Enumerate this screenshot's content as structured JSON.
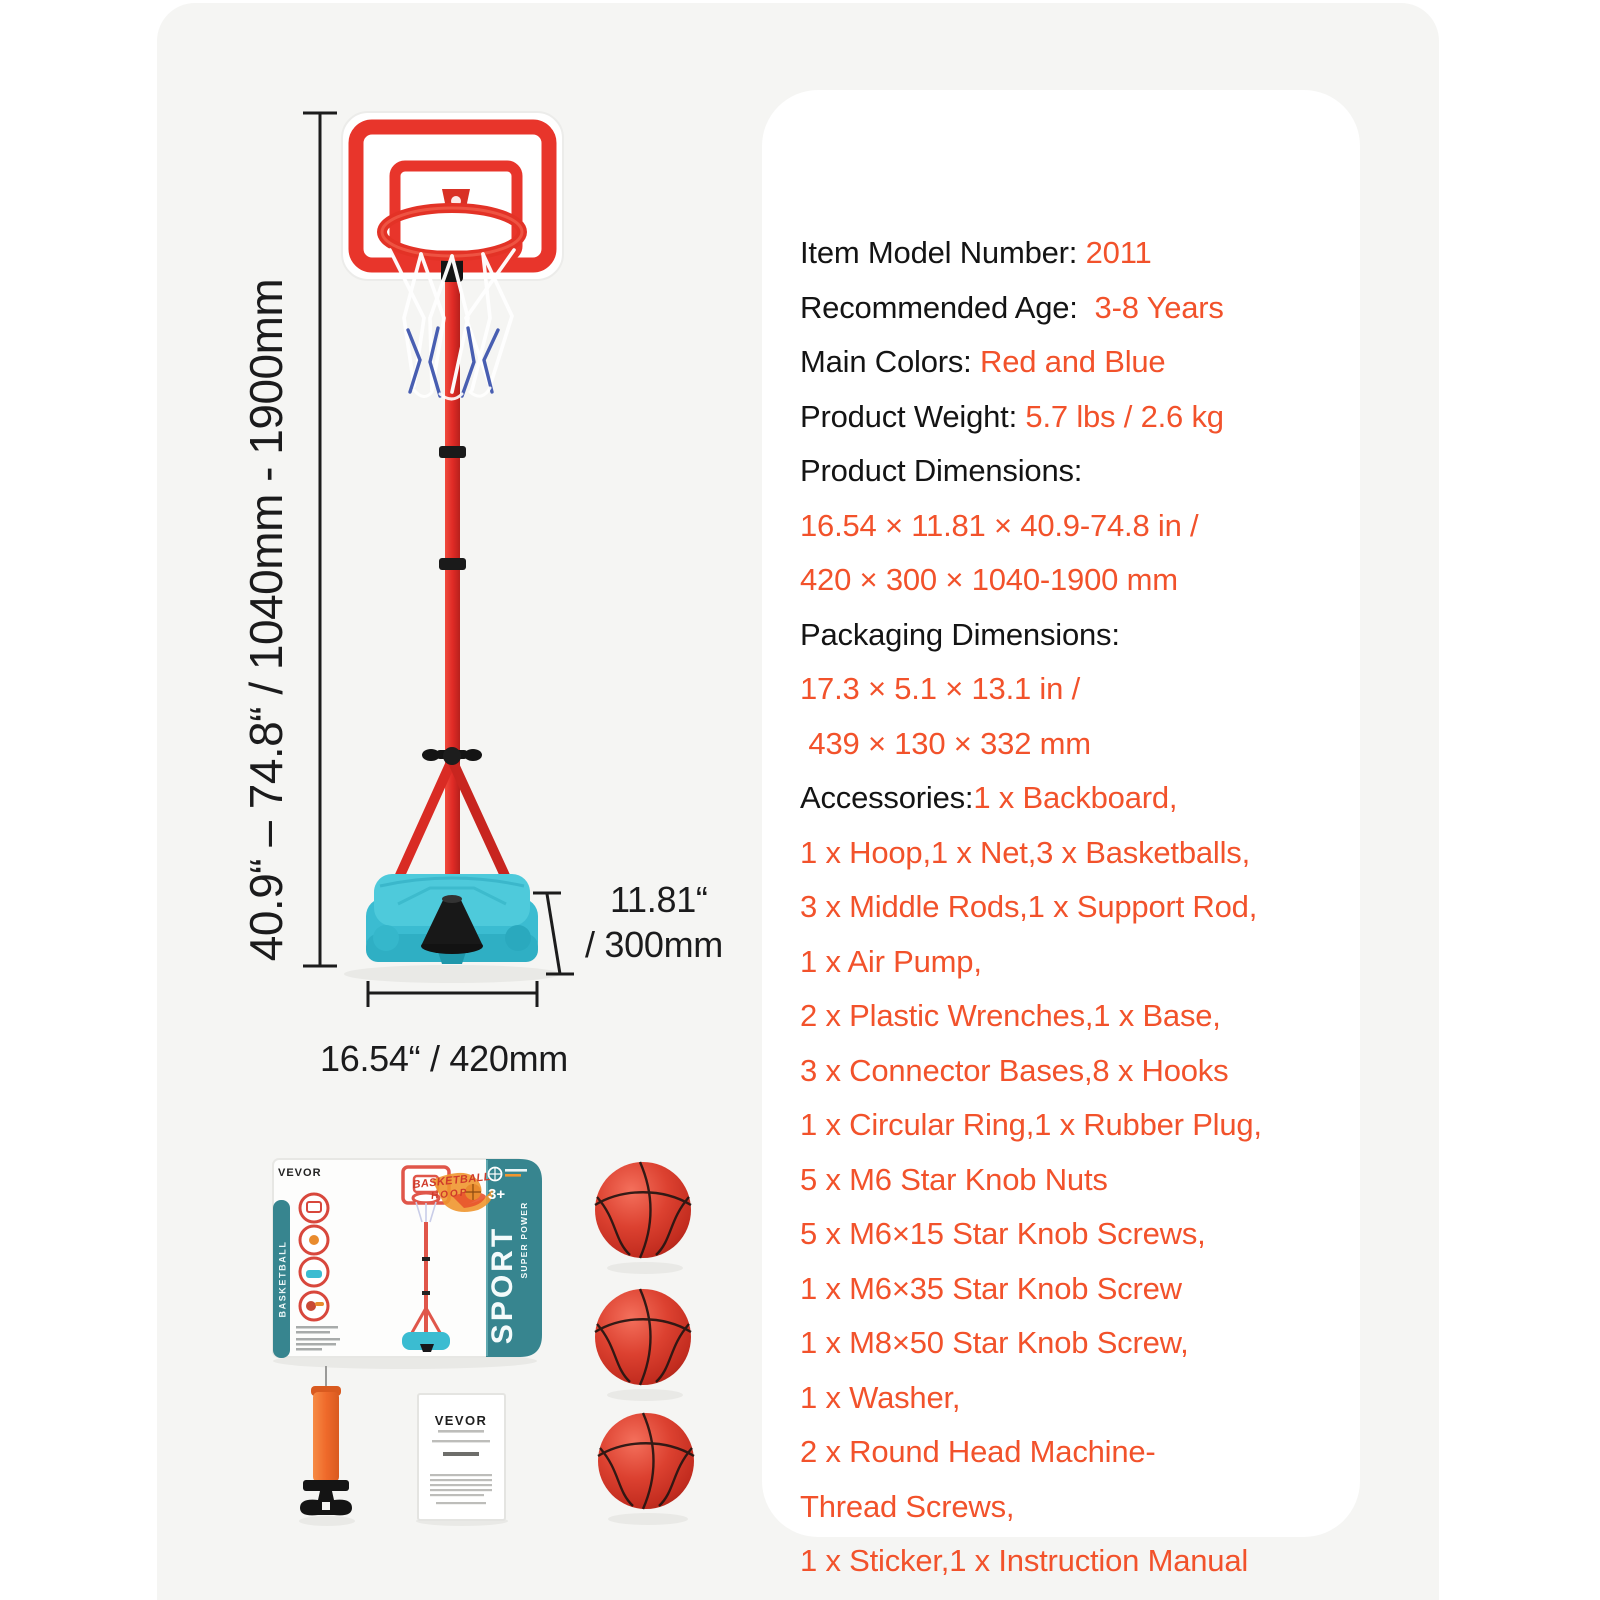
{
  "colors": {
    "accent_orange": "#F2522B",
    "panel_gray": "#F5F5F3",
    "card_white": "#FFFFFF",
    "text_black": "#141414",
    "stand_red": "#E8352B",
    "base_teal": "#3FC0D4",
    "box_teal": "#37858F",
    "ball_red": "#D63828",
    "pump_orange": "#F06A2D",
    "net_blue": "#3F56AE"
  },
  "diagram": {
    "height_label": "40.9“ – 74.8“ / 1040mm - 1900mm",
    "depth_label_line1": "11.81“",
    "depth_label_line2": "/ 300mm",
    "width_label": "16.54“ / 420mm"
  },
  "box": {
    "brand": "VEVOR",
    "side_vertical_text": "BASKETBALL",
    "logo_line1": "BASKETBALL",
    "logo_line2": "HOOP",
    "age_badge": "3+",
    "panel_word": "SPORT",
    "panel_subword": "SUPER POWER"
  },
  "manual": {
    "brand": "VEVOR"
  },
  "specs": {
    "lines": [
      {
        "label": "Item Model Number: ",
        "value": "2011"
      },
      {
        "label": "Recommended Age:  ",
        "value": "3-8 Years"
      },
      {
        "label": "Main Colors: ",
        "value": "Red and Blue"
      },
      {
        "label": "Product Weight: ",
        "value": "5.7 lbs / 2.6 kg"
      },
      {
        "label": "Product Dimensions:",
        "value": ""
      },
      {
        "label": "",
        "value": "16.54 × 11.81 × 40.9-74.8 in /"
      },
      {
        "label": "",
        "value": "420 × 300 × 1040-1900 mm"
      },
      {
        "label": "Packaging Dimensions:",
        "value": ""
      },
      {
        "label": "",
        "value": "17.3 × 5.1 × 13.1 in /"
      },
      {
        "label": "",
        "value": " 439 × 130 × 332 mm"
      },
      {
        "label": "Accessories:",
        "value": "1 x Backboard、"
      },
      {
        "label": "",
        "value": "1 x Hoop、1 x Net、3 x Basketballs、"
      },
      {
        "label": "",
        "value": "3 x Middle Rods、1 x Support Rod、"
      },
      {
        "label": "",
        "value": "1 x Air Pump、"
      },
      {
        "label": "",
        "value": "2 x Plastic Wrenches、1 x Base、"
      },
      {
        "label": "",
        "value": "3 x Connector Bases、8 x Hooks"
      },
      {
        "label": "",
        "value": "1 x Circular Ring、1 x Rubber Plug、"
      },
      {
        "label": "",
        "value": "5 x M6 Star Knob Nuts"
      },
      {
        "label": "",
        "value": "5 x M6×15 Star Knob Screws、"
      },
      {
        "label": "",
        "value": "1 x M6×35 Star Knob Screw"
      },
      {
        "label": "",
        "value": "1 x M8×50 Star Knob Screw、"
      },
      {
        "label": "",
        "value": "1 x Washer、"
      },
      {
        "label": "",
        "value": "2 x Round Head Machine-"
      },
      {
        "label": "",
        "value": "Thread Screws、"
      },
      {
        "label": "",
        "value": "1 x Sticker、1 x Instruction Manual"
      }
    ]
  }
}
